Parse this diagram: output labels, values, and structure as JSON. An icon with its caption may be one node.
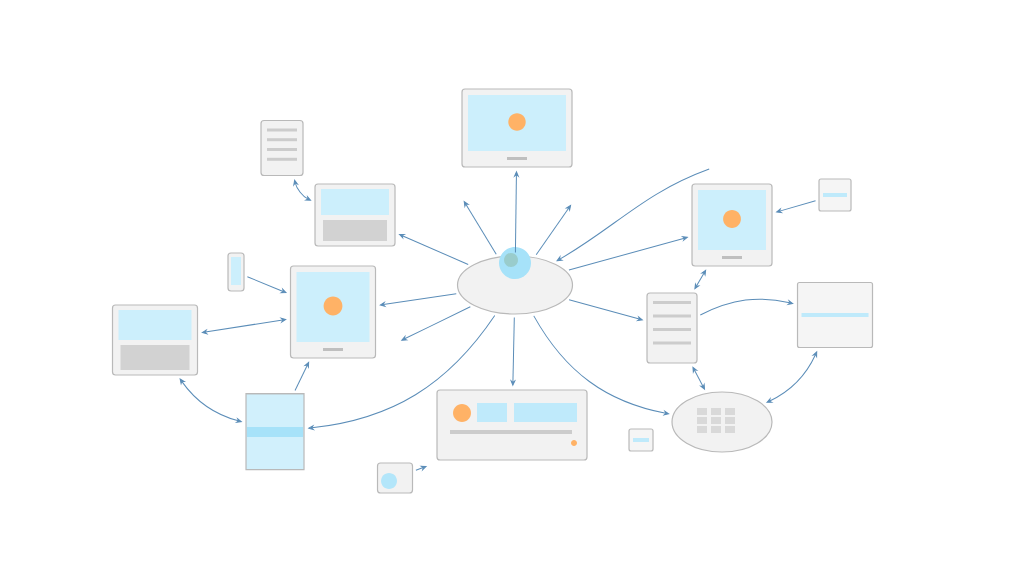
{
  "diagram": {
    "nodes": [
      {
        "text": [],
        "shape": "picture"
      },
      {
        "text": [],
        "shape": "picture"
      },
      {
        "text": [],
        "shape": "picture"
      },
      {
        "text": [],
        "shape": "picture"
      },
      {
        "text": [],
        "shape": "picture"
      },
      {
        "text": [],
        "shape": "picture"
      },
      {
        "text": [],
        "shape": "picture"
      },
      {
        "text": [],
        "shape": "cylinder"
      },
      {
        "text": [],
        "shape": "picture"
      },
      {
        "text": [],
        "shape": "picture"
      },
      {
        "text": [],
        "shape": "picture"
      },
      {
        "text": [],
        "shape": "box"
      },
      {
        "text": [],
        "shape": "picture"
      },
      {
        "text": [],
        "shape": "box"
      },
      {
        "text": [],
        "shape": "picture"
      },
      {
        "text": [],
        "shape": "box"
      }
    ],
    "edges": [
      {
        "from": 0,
        "to": 3,
        "arrow": "to"
      },
      {
        "from": 0,
        "to": null,
        "arrow": "to"
      },
      {
        "from": 0,
        "to": 1,
        "arrow": "to"
      },
      {
        "from": 0,
        "to": null,
        "arrow": "to"
      },
      {
        "from": 0,
        "to": 10,
        "arrow": "to"
      },
      {
        "from": null,
        "to": 0,
        "arrow": "to"
      },
      {
        "from": 0,
        "to": 5,
        "arrow": "to"
      },
      {
        "from": 0,
        "to": null,
        "arrow": "to"
      },
      {
        "from": 0,
        "to": 7,
        "arrow": "to"
      },
      {
        "from": 0,
        "to": 8,
        "arrow": "to"
      },
      {
        "from": 0,
        "to": 12,
        "arrow": "to"
      },
      {
        "from": 0,
        "to": 14,
        "arrow": "to"
      },
      {
        "from": 2,
        "to": 3,
        "arrow": "both"
      },
      {
        "from": 4,
        "to": 5,
        "arrow": "to"
      },
      {
        "from": 6,
        "to": 5,
        "arrow": "both"
      },
      {
        "from": 6,
        "to": 7,
        "arrow": "both"
      },
      {
        "from": 7,
        "to": 5,
        "arrow": "to"
      },
      {
        "from": 9,
        "to": null,
        "arrow": "to"
      },
      {
        "from": 11,
        "to": 10,
        "arrow": "to"
      },
      {
        "from": 10,
        "to": 12,
        "arrow": "both"
      },
      {
        "from": 12,
        "to": 13,
        "arrow": "to"
      },
      {
        "from": 12,
        "to": 14,
        "arrow": "both"
      },
      {
        "from": 14,
        "to": 13,
        "arrow": "both"
      }
    ]
  }
}
